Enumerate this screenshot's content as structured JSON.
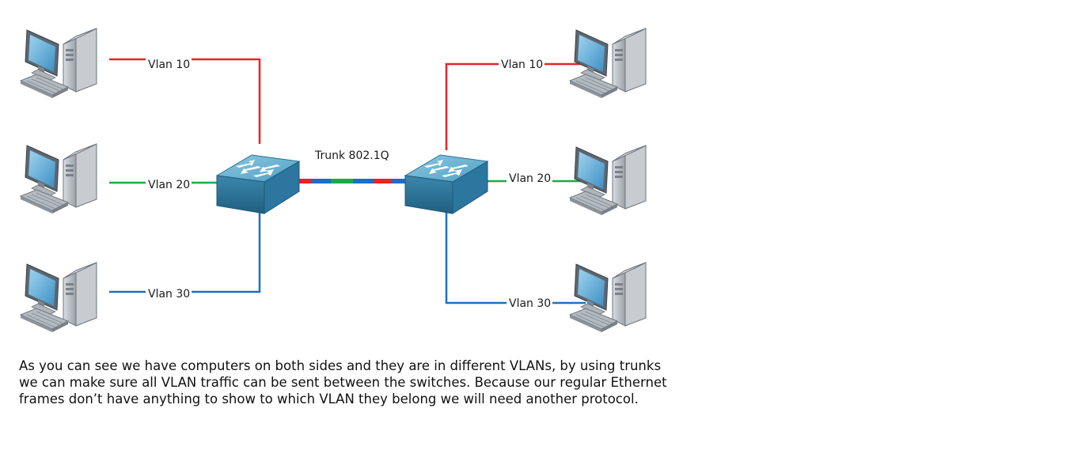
{
  "colors": {
    "vlan10": "#e8232a",
    "vlan20": "#1fa84a",
    "vlan30": "#1f6fc0",
    "switch_body": "#3f8fb5"
  },
  "left": {
    "vlan10_label": "Vlan 10",
    "vlan20_label": "Vlan 20",
    "vlan30_label": "Vlan 30"
  },
  "right": {
    "vlan10_label": "Vlan 10",
    "vlan20_label": "Vlan 20",
    "vlan30_label": "Vlan 30"
  },
  "trunk": {
    "label": "Trunk 802.1Q"
  },
  "caption": {
    "text": "As you can see we have computers on both sides and they are in different VLANs, by using trunks we can make sure all VLAN traffic can be sent between the switches. Because our regular Ethernet frames don’t have anything to show to which VLAN they belong we will need another protocol."
  }
}
